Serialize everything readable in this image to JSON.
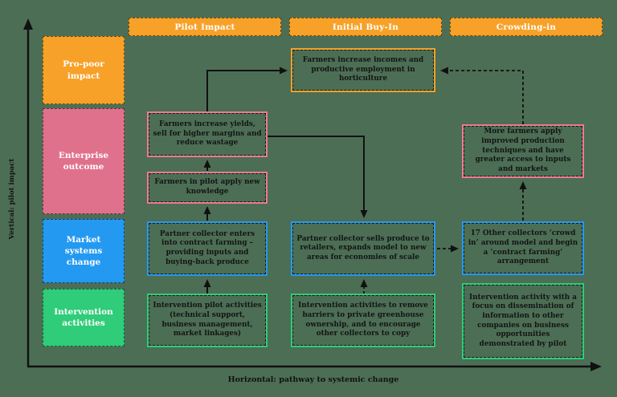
{
  "axes": {
    "y_label": "Vertical: pilot impact",
    "x_label": "Horizontal: pathway to systemic change"
  },
  "sidebar": {
    "items": [
      {
        "label": "Pro-poor impact",
        "color": "#F7A128"
      },
      {
        "label": "Enterprise outcome",
        "color": "#E0718C"
      },
      {
        "label": "Market systems change",
        "color": "#2499F2"
      },
      {
        "label": "Intervention activities",
        "color": "#2FCC79"
      }
    ]
  },
  "headers": {
    "items": [
      {
        "label": "Pilot Impact"
      },
      {
        "label": "Initial Buy-In"
      },
      {
        "label": "Crowding-in"
      }
    ]
  },
  "notes": {
    "pilot_yields": {
      "text": "Farmers increase yields, sell for higher margins and reduce wastage"
    },
    "pilot_knowledge": {
      "text": "Farmers in pilot apply new knowledge"
    },
    "pilot_market_change": {
      "text": "Partner collector enters into contract farming – providing inputs and buying-back produce"
    },
    "pilot_activities": {
      "text": "Intervention pilot activities (technical support, business management, market linkages)"
    },
    "impact_incomes": {
      "text": "Farmers increase incomes and productive employment in horticulture"
    },
    "buyin_market_change": {
      "text": "Partner collector sells produce to retailers, expands model to new areas for economies of scale"
    },
    "buyin_activities": {
      "text": "Intervention activities to remove barriers to private greenhouse ownership, and to encourage other collectors to copy"
    },
    "crowding_outcome": {
      "text": "More farmers apply improved production techniques and have greater access to inputs and markets"
    },
    "crowding_market_change": {
      "text": "17 Other collectors ‘crowd in’ around model and begin a ‘contract farming’ arrangement"
    },
    "crowding_activities": {
      "text": "Intervention activity with a focus on dissemination of information to other companies on business opportunities demonstrated by pilot"
    }
  },
  "colors": {
    "background": "#4C6E55",
    "orange": "#F7A128",
    "pink_fill": "#E0718C",
    "pink_border": "#F2798F",
    "blue": "#2499F2",
    "green": "#2FCC79",
    "arrow": "#111111",
    "note_text": "#141414",
    "label_text": "#FFFFFF"
  }
}
